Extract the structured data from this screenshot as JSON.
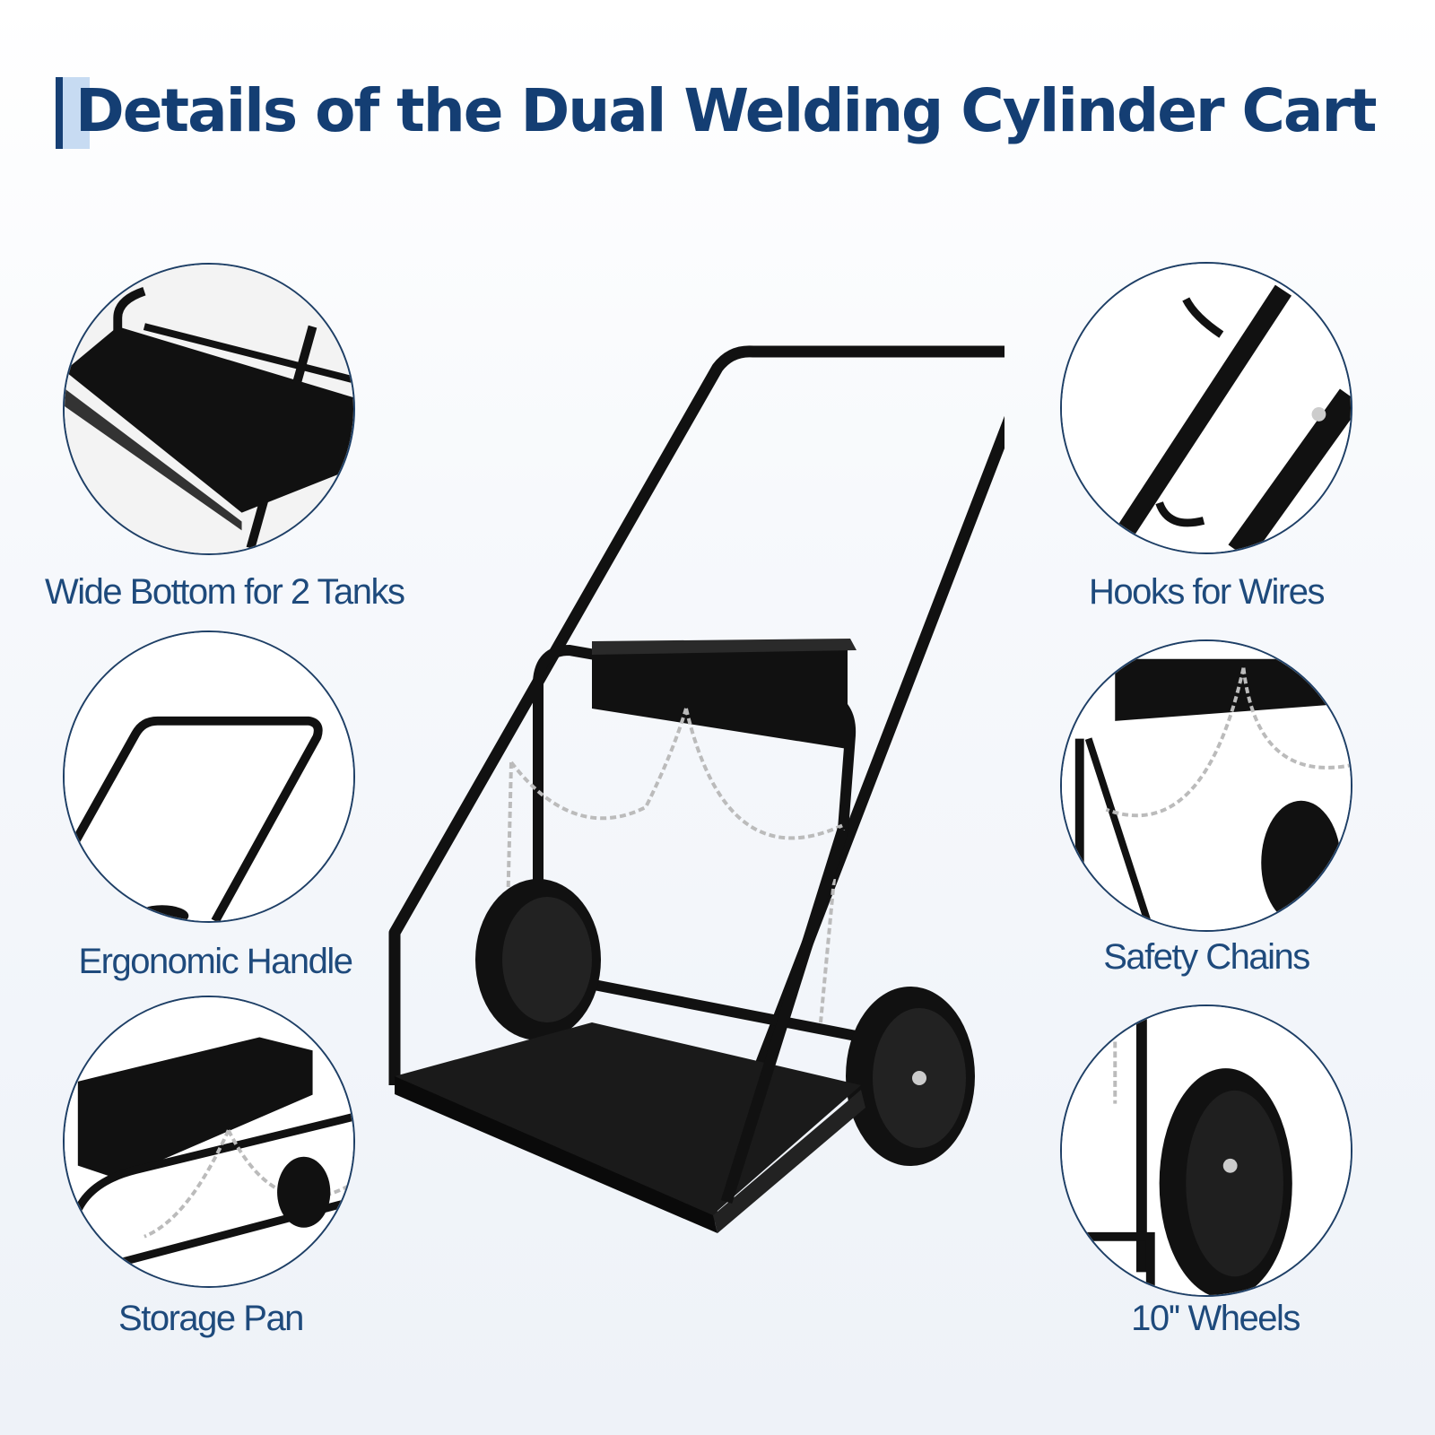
{
  "header": {
    "title": "Details of the Dual Welding Cylinder Cart"
  },
  "features": [
    {
      "label": "Wide  Bottom for 2 Tanks",
      "icon": "storage-tray-icon"
    },
    {
      "label": "Hooks for Wires",
      "icon": "hook-icon"
    },
    {
      "label": "Ergonomic Handle",
      "icon": "handle-icon"
    },
    {
      "label": "Safety Chains",
      "icon": "chain-icon"
    },
    {
      "label": "Storage Pan",
      "icon": "storage-pan-icon"
    },
    {
      "label": "10'' Wheels",
      "icon": "wheel-icon"
    }
  ],
  "colors": {
    "title": "#143e73",
    "label": "#1e4a7c",
    "circle_border": "#1e3f66",
    "accent_bar": "#c7dbf2"
  }
}
